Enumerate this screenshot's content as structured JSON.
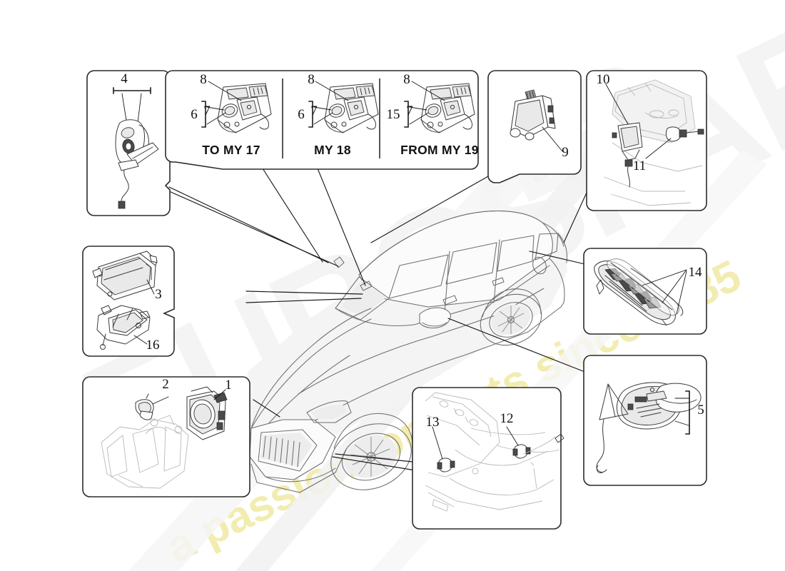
{
  "diagram": {
    "title": "Electronic control devices exploded parts diagram",
    "background_color": "#ffffff",
    "line_color": "#1a1a1a",
    "watermark": {
      "tagline": "a passion for parts since 1985",
      "logo_text": "EUROSPARES",
      "tagline_color": "#f2ecb0",
      "logo_color": "#ebebeb"
    }
  },
  "panels": [
    {
      "id": "panel-4",
      "callouts": [
        "4"
      ],
      "caption": "",
      "part_name": "rain-light-sensor-bracket"
    },
    {
      "id": "panel-my-variants",
      "caption": "",
      "variants": [
        {
          "label": "TO MY 17",
          "callouts": [
            "8",
            "7",
            "6"
          ]
        },
        {
          "label": "MY 18",
          "callouts": [
            "8",
            "7",
            "6"
          ]
        },
        {
          "label": "FROM MY 19",
          "callouts": [
            "8",
            "7",
            "15"
          ]
        }
      ]
    },
    {
      "id": "panel-9",
      "callouts": [
        "9"
      ],
      "part_name": "control-module"
    },
    {
      "id": "panel-10-11",
      "callouts": [
        "10",
        "11"
      ],
      "part_name": "rear-sensor-assembly"
    },
    {
      "id": "panel-3-16",
      "callouts": [
        "3",
        "16"
      ],
      "part_name": "control-unit-and-bracket"
    },
    {
      "id": "panel-1-2",
      "callouts": [
        "1",
        "2"
      ],
      "part_name": "radar-sensor-assembly"
    },
    {
      "id": "panel-13-12",
      "callouts": [
        "13",
        "12"
      ],
      "part_name": "parking-sensors"
    },
    {
      "id": "panel-14",
      "callouts": [
        "14"
      ],
      "part_name": "tail-lamp-assembly"
    },
    {
      "id": "panel-5",
      "callouts": [
        "5"
      ],
      "part_name": "exterior-mirror"
    }
  ],
  "callout_numbers": [
    "1",
    "2",
    "3",
    "4",
    "5",
    "6",
    "7",
    "8",
    "9",
    "10",
    "11",
    "12",
    "13",
    "14",
    "15",
    "16"
  ],
  "vehicle": {
    "view": "three-quarter-front-left",
    "body_style": "sedan"
  }
}
